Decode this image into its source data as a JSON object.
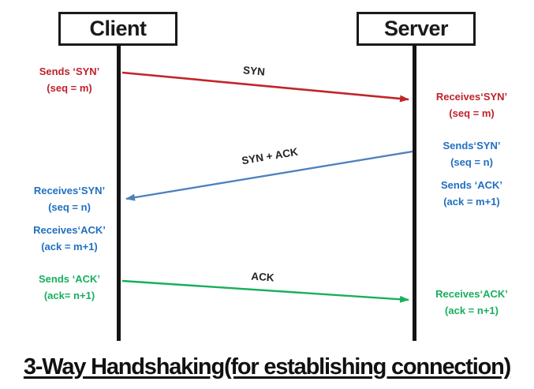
{
  "diagram": {
    "title": "3-Way Handshaking(for establishing connection)",
    "colors": {
      "red": "#c0222b",
      "red_line": "#c1252b",
      "blue": "#1f6fc0",
      "blue_line": "#4f81bd",
      "green": "#17af5e",
      "green_line": "#18b05a",
      "ink": "#1a1a1a"
    },
    "actors": [
      {
        "label": "Client"
      },
      {
        "label": "Server"
      }
    ],
    "messages": [
      {
        "label": "SYN",
        "from": "Client",
        "to": "Server"
      },
      {
        "label": "SYN + ACK",
        "from": "Server",
        "to": "Client"
      },
      {
        "label": "ACK",
        "from": "Client",
        "to": "Server"
      }
    ],
    "client_events": [
      {
        "line1": "Sends ‘SYN’",
        "line2": "(seq = m)"
      },
      {
        "line1": "Receives‘SYN’",
        "line2": "(seq = n)"
      },
      {
        "line1": "Receives‘ACK’",
        "line2": "(ack = m+1)"
      },
      {
        "line1": "Sends ‘ACK’",
        "line2": "(ack= n+1)"
      }
    ],
    "server_events": [
      {
        "line1": "Receives‘SYN’",
        "line2": "(seq = m)"
      },
      {
        "line1": "Sends‘SYN’",
        "line2": "(seq = n)"
      },
      {
        "line1": "Sends ‘ACK’",
        "line2": "(ack = m+1)"
      },
      {
        "line1": "Receives‘ACK’",
        "line2": "(ack = n+1)"
      }
    ]
  }
}
